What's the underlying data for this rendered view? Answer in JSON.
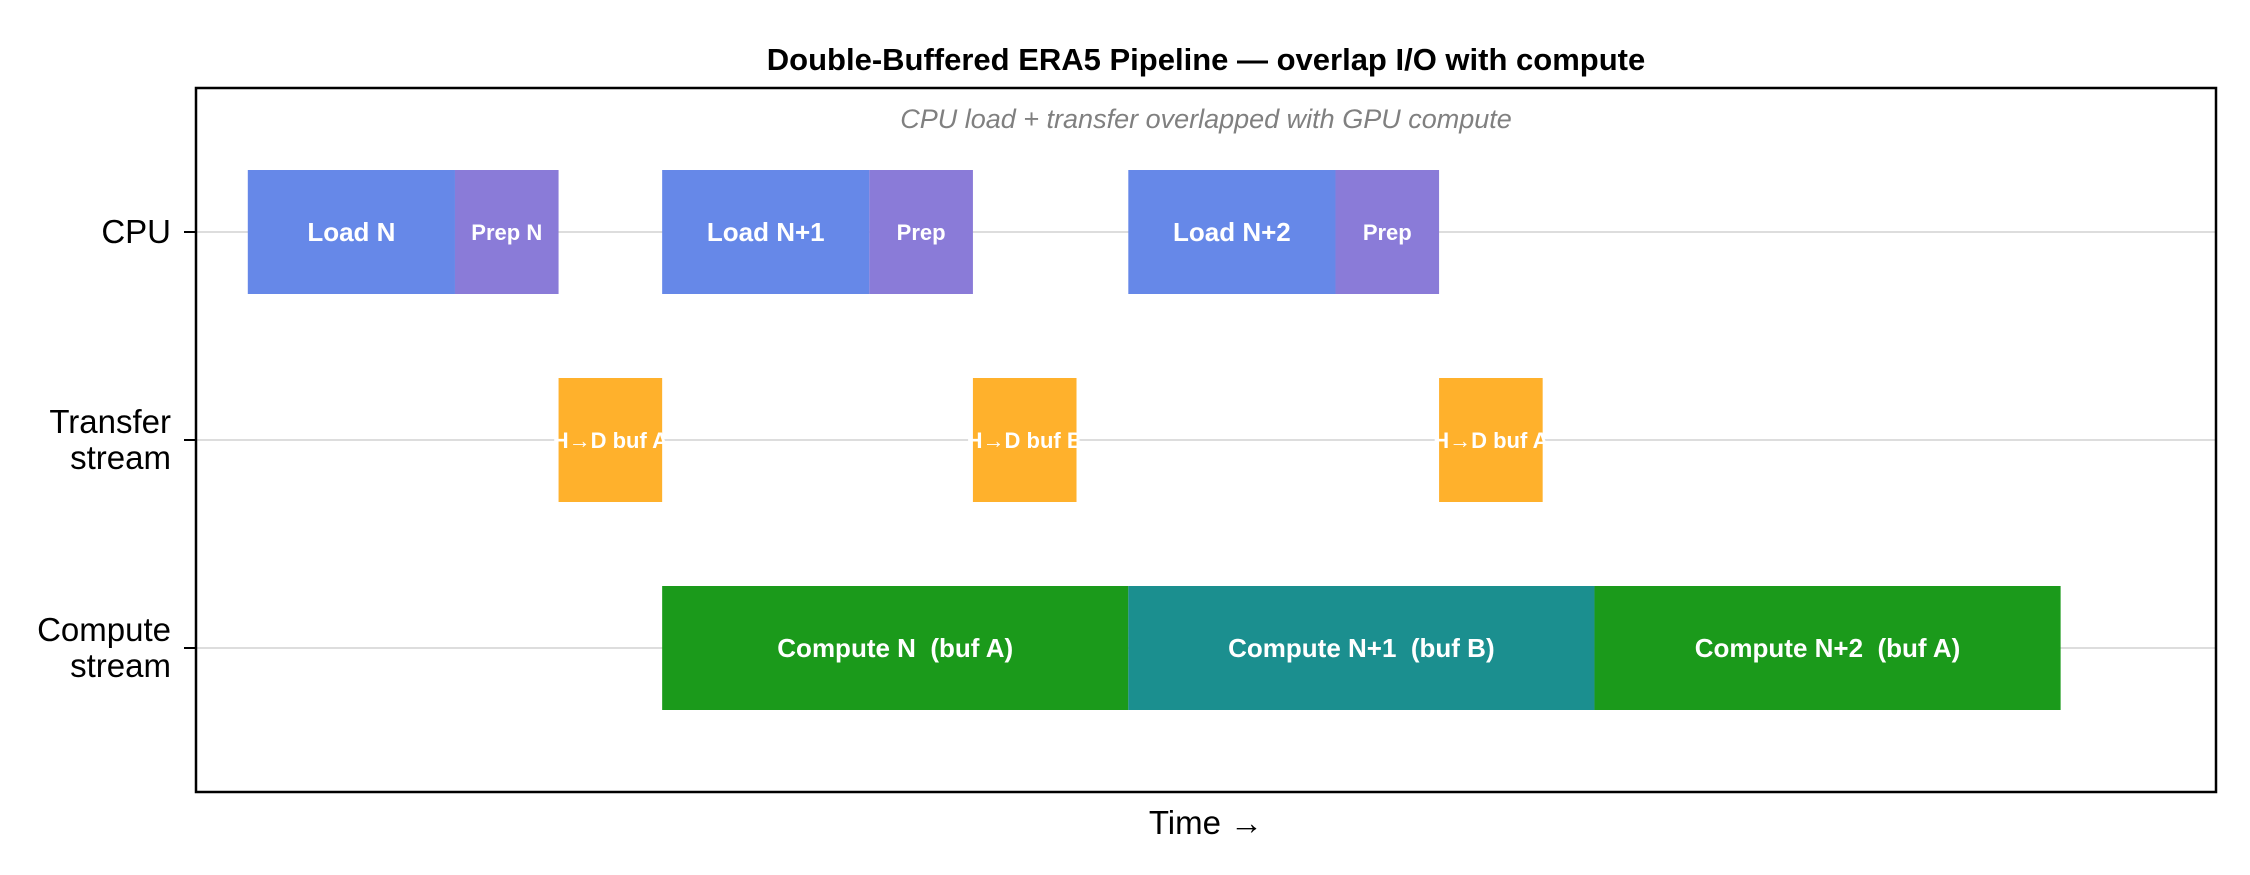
{
  "chart_data": {
    "type": "bar",
    "orientation": "horizontal-timeline",
    "title": "Double-Buffered ERA5 Pipeline — overlap I/O with compute",
    "xlabel": "Time →",
    "ylabel": "",
    "annotation": "CPU load + transfer overlapped with GPU compute",
    "xlim": [
      0,
      19.5
    ],
    "grid": {
      "x": false,
      "y": true
    },
    "lanes": [
      {
        "name": "CPU",
        "label_lines": [
          "CPU"
        ]
      },
      {
        "name": "Transfer stream",
        "label_lines": [
          "Transfer",
          "stream"
        ]
      },
      {
        "name": "Compute stream",
        "label_lines": [
          "Compute",
          "stream"
        ]
      }
    ],
    "tasks": [
      {
        "lane": 0,
        "start": 0.5,
        "duration": 2.0,
        "label": "Load N",
        "color": "#6688e8"
      },
      {
        "lane": 0,
        "start": 2.5,
        "duration": 1.0,
        "label": "Prep N",
        "color": "#8a7bd8"
      },
      {
        "lane": 0,
        "start": 4.5,
        "duration": 2.0,
        "label": "Load N+1",
        "color": "#6688e8"
      },
      {
        "lane": 0,
        "start": 6.5,
        "duration": 1.0,
        "label": "Prep",
        "color": "#8a7bd8"
      },
      {
        "lane": 0,
        "start": 9.0,
        "duration": 2.0,
        "label": "Load N+2",
        "color": "#6688e8"
      },
      {
        "lane": 0,
        "start": 11.0,
        "duration": 1.0,
        "label": "Prep",
        "color": "#8a7bd8"
      },
      {
        "lane": 1,
        "start": 3.5,
        "duration": 1.0,
        "label": "H→D buf A",
        "color": "#ffb12c"
      },
      {
        "lane": 1,
        "start": 7.5,
        "duration": 1.0,
        "label": "H→D buf B",
        "color": "#ffb12c"
      },
      {
        "lane": 1,
        "start": 12.0,
        "duration": 1.0,
        "label": "H→D buf A",
        "color": "#ffb12c"
      },
      {
        "lane": 2,
        "start": 4.5,
        "duration": 4.5,
        "label": "Compute N  (buf A)",
        "color": "#1b9a1b"
      },
      {
        "lane": 2,
        "start": 9.0,
        "duration": 4.5,
        "label": "Compute N+1  (buf B)",
        "color": "#1b8f8f"
      },
      {
        "lane": 2,
        "start": 13.5,
        "duration": 4.5,
        "label": "Compute N+2  (buf A)",
        "color": "#1b9a1b"
      }
    ]
  }
}
